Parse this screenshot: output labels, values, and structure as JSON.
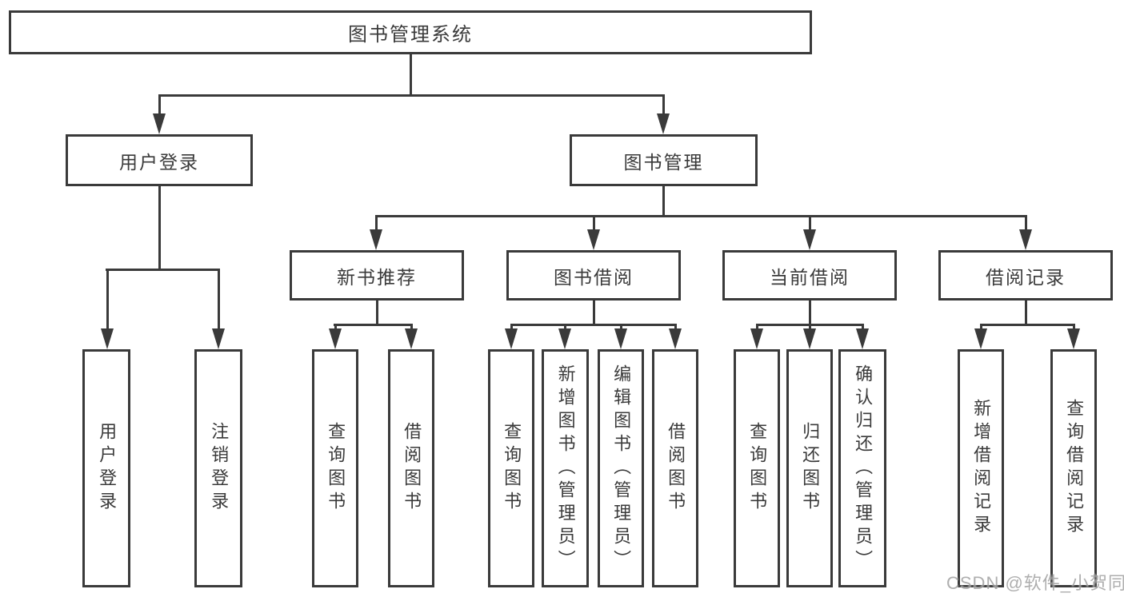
{
  "diagram_title": "图书管理系统",
  "colors": {
    "line": "#3a3a3a",
    "box_border": "#3a3a3a",
    "text": "#3a3a3a",
    "watermark": "#a0a0a0",
    "background": "#ffffff"
  },
  "watermark": {
    "text": "CSDN @软件_小贺同学"
  },
  "nodes": {
    "root": {
      "label": "图书管理系统"
    },
    "level2": [
      {
        "label": "用户登录"
      },
      {
        "label": "图书管理"
      }
    ],
    "level3": [
      {
        "label": "新书推荐",
        "parent": "图书管理"
      },
      {
        "label": "图书借阅",
        "parent": "图书管理"
      },
      {
        "label": "当前借阅",
        "parent": "图书管理"
      },
      {
        "label": "借阅记录",
        "parent": "图书管理"
      }
    ],
    "level4": [
      {
        "label": "用户登录",
        "parent": "用户登录"
      },
      {
        "label": "注销登录",
        "parent": "用户登录"
      },
      {
        "label": "查询图书",
        "parent": "新书推荐"
      },
      {
        "label": "借阅图书",
        "parent": "新书推荐"
      },
      {
        "label": "查询图书",
        "parent": "图书借阅"
      },
      {
        "label": "新增图书（管理员）",
        "parent": "图书借阅"
      },
      {
        "label": "编辑图书（管理员）",
        "parent": "图书借阅"
      },
      {
        "label": "借阅图书",
        "parent": "图书借阅"
      },
      {
        "label": "查询图书",
        "parent": "当前借阅"
      },
      {
        "label": "归还图书",
        "parent": "当前借阅"
      },
      {
        "label": "确认归还（管理员）",
        "parent": "当前借阅"
      },
      {
        "label": "新增借阅记录",
        "parent": "借阅记录"
      },
      {
        "label": "查询借阅记录",
        "parent": "借阅记录"
      }
    ]
  }
}
